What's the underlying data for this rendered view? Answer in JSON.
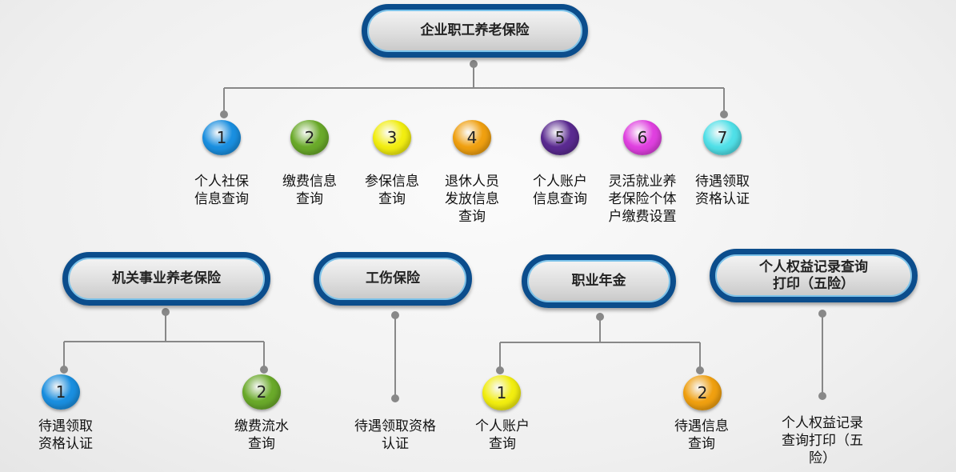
{
  "root": {
    "title": "企业职工养老保险"
  },
  "root_items": [
    {
      "num": "1",
      "label": "个人社保\n信息查询",
      "color": "#1a8fe0"
    },
    {
      "num": "2",
      "label": "缴费信息\n查询",
      "color": "#6aaa2a"
    },
    {
      "num": "3",
      "label": "参保信息\n查询",
      "color": "#f2ee10"
    },
    {
      "num": "4",
      "label": "退休人员\n发放信息\n查询",
      "color": "#f0a010"
    },
    {
      "num": "5",
      "label": "个人账户\n信息查询",
      "color": "#5a2a90"
    },
    {
      "num": "6",
      "label": "灵活就业养\n老保险个体\n户缴费设置",
      "color": "#e040e0"
    },
    {
      "num": "7",
      "label": "待遇领取\n资格认证",
      "color": "#50e0e8"
    }
  ],
  "groups": [
    {
      "title": "机关事业养老保险",
      "items": [
        {
          "num": "1",
          "label": "待遇领取\n资格认证",
          "color": "#1a8fe0"
        },
        {
          "num": "2",
          "label": "缴费流水\n查询",
          "color": "#6aaa2a"
        }
      ]
    },
    {
      "title": "工伤保险",
      "items": [
        {
          "label": "待遇领取资格\n认证"
        }
      ]
    },
    {
      "title": "职业年金",
      "items": [
        {
          "num": "1",
          "label": "个人账户\n查询",
          "color": "#f2ee10"
        },
        {
          "num": "2",
          "label": "待遇信息\n查询",
          "color": "#f0a010"
        }
      ]
    },
    {
      "title": "个人权益记录查询\n打印（五险）",
      "items": [
        {
          "label": "个人权益记录\n查询打印（五\n险）"
        }
      ]
    }
  ]
}
